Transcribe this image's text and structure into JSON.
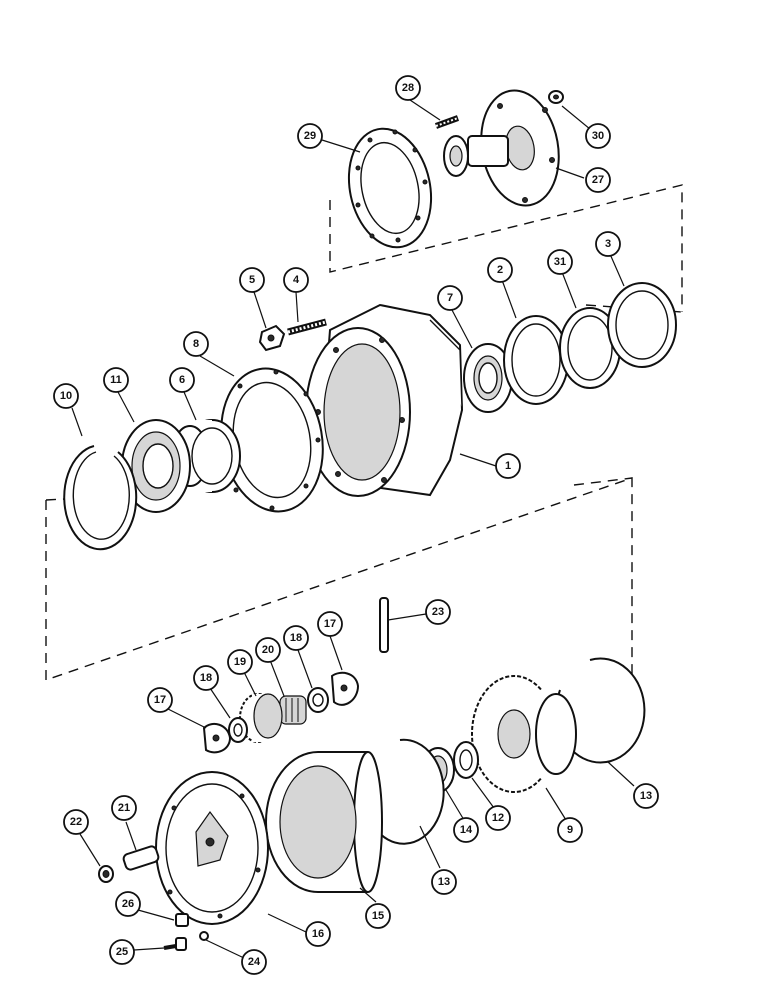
{
  "callouts": [
    {
      "id": "c1",
      "label": "1"
    },
    {
      "id": "c2",
      "label": "2"
    },
    {
      "id": "c3",
      "label": "3"
    },
    {
      "id": "c4",
      "label": "4"
    },
    {
      "id": "c5",
      "label": "5"
    },
    {
      "id": "c6",
      "label": "6"
    },
    {
      "id": "c7",
      "label": "7"
    },
    {
      "id": "c8",
      "label": "8"
    },
    {
      "id": "c9",
      "label": "9"
    },
    {
      "id": "c10",
      "label": "10"
    },
    {
      "id": "c11",
      "label": "11"
    },
    {
      "id": "c12",
      "label": "12"
    },
    {
      "id": "c13a",
      "label": "13"
    },
    {
      "id": "c13b",
      "label": "13"
    },
    {
      "id": "c14",
      "label": "14"
    },
    {
      "id": "c15",
      "label": "15"
    },
    {
      "id": "c16",
      "label": "16"
    },
    {
      "id": "c17a",
      "label": "17"
    },
    {
      "id": "c17b",
      "label": "17"
    },
    {
      "id": "c18a",
      "label": "18"
    },
    {
      "id": "c18b",
      "label": "18"
    },
    {
      "id": "c19",
      "label": "19"
    },
    {
      "id": "c20",
      "label": "20"
    },
    {
      "id": "c21",
      "label": "21"
    },
    {
      "id": "c22",
      "label": "22"
    },
    {
      "id": "c23",
      "label": "23"
    },
    {
      "id": "c24",
      "label": "24"
    },
    {
      "id": "c25",
      "label": "25"
    },
    {
      "id": "c26",
      "label": "26"
    },
    {
      "id": "c27",
      "label": "27"
    },
    {
      "id": "c28",
      "label": "28"
    },
    {
      "id": "c29",
      "label": "29"
    },
    {
      "id": "c30",
      "label": "30"
    },
    {
      "id": "c31",
      "label": "31"
    }
  ]
}
